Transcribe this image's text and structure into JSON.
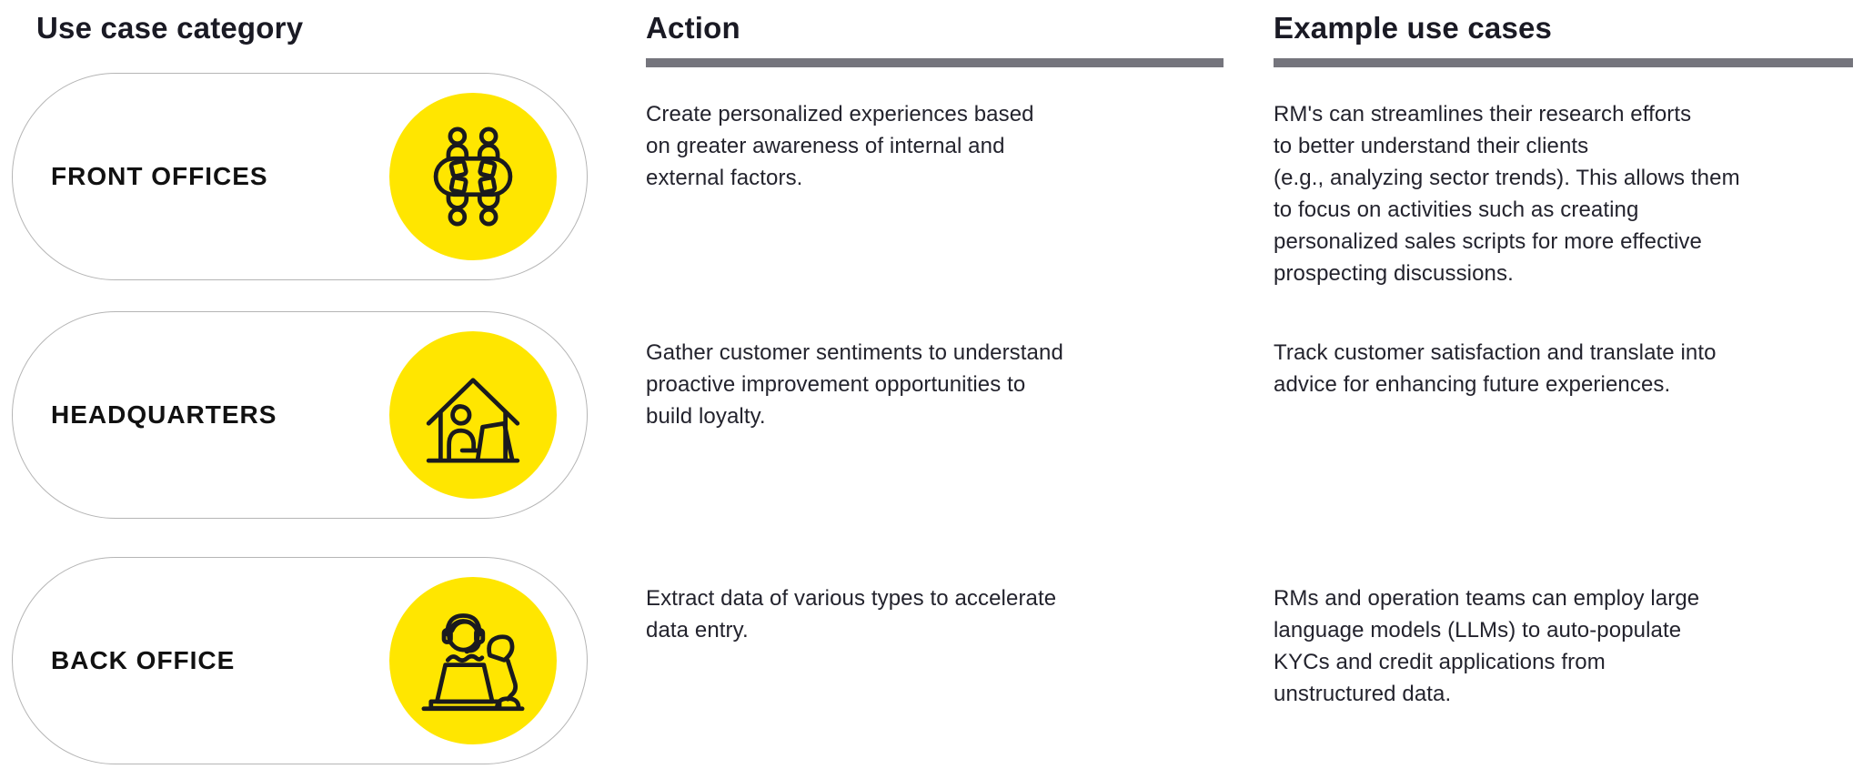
{
  "table": {
    "columns": [
      {
        "id": "category",
        "header": "Use case category"
      },
      {
        "id": "action",
        "header": "Action"
      },
      {
        "id": "examples",
        "header": "Example use cases"
      }
    ],
    "rows": [
      {
        "category_label": "FRONT OFFICES",
        "icon": "meeting-table-icon",
        "action": "Create personalized experiences based\non greater awareness of internal and\nexternal factors.",
        "example": "RM's can streamlines their research efforts\nto better understand their clients\n(e.g., analyzing sector trends). This allows them\nto focus on activities such as creating\npersonalized sales scripts for more effective\nprospecting discussions."
      },
      {
        "category_label": "HEADQUARTERS",
        "icon": "home-office-icon",
        "action": "Gather customer sentiments to understand\nproactive improvement opportunities to\nbuild loyalty.",
        "example": "Track customer satisfaction and translate into\nadvice for enhancing future experiences."
      },
      {
        "category_label": "BACK OFFICE",
        "icon": "support-agent-icon",
        "action": "Extract data of various types to accelerate\ndata entry.",
        "example": "RMs and operation teams can employ large\nlanguage models (LLMs) to auto-populate\nKYCs and credit applications from\nunstructured data."
      }
    ]
  },
  "colors": {
    "accent_yellow": "#FFE600",
    "header_rule_gray": "#75757D",
    "text_dark": "#1A1A24",
    "body_text": "#23232D",
    "pill_border": "#B5B5B5"
  }
}
